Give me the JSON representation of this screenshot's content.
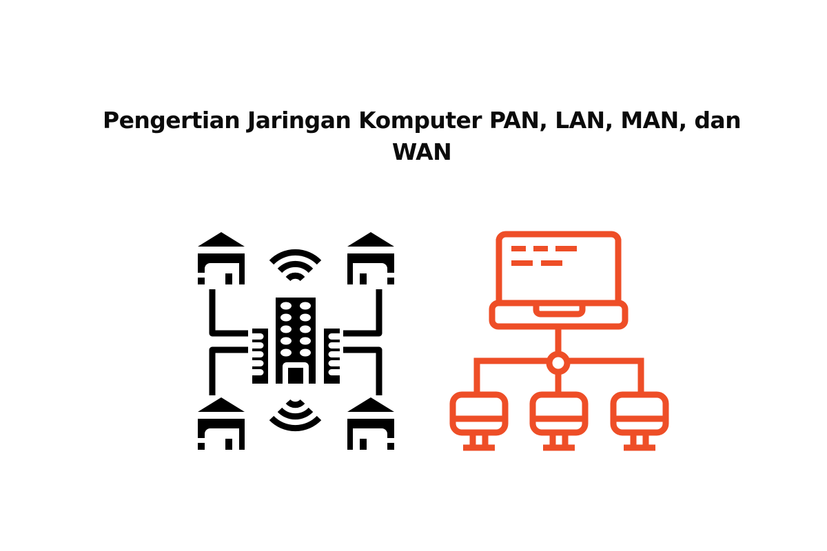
{
  "title": {
    "line1": "Pengertian Jaringan Komputer PAN, LAN, MAN, dan",
    "line2": "WAN"
  },
  "illustrations": {
    "left": {
      "name": "metropolitan-network-icon",
      "color": "#000000",
      "elements": [
        "house",
        "house",
        "house",
        "house",
        "wifi-signal",
        "wifi-signal",
        "office-building",
        "connector-lines"
      ]
    },
    "right": {
      "name": "computer-network-topology-icon",
      "color": "#EE4E27",
      "elements": [
        "laptop",
        "hub-node",
        "desktop-monitor",
        "desktop-monitor",
        "desktop-monitor"
      ]
    }
  },
  "colors": {
    "background": "#FFFFFF",
    "text": "#0B0B0B",
    "accent": "#EE4E27"
  }
}
